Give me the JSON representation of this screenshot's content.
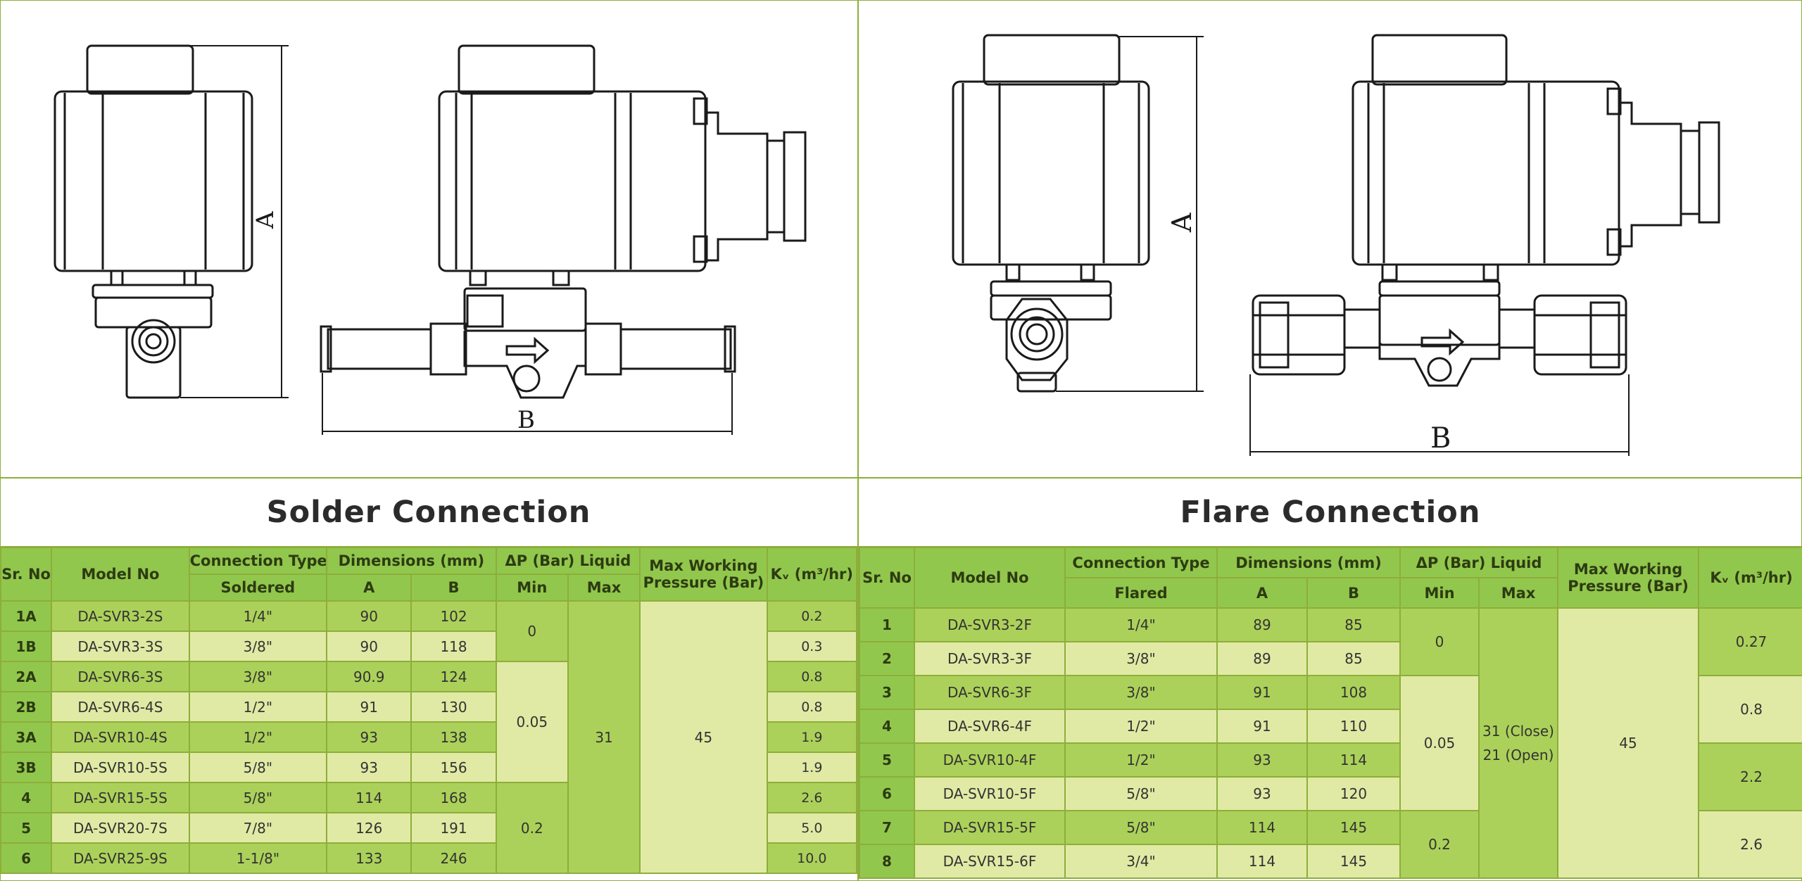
{
  "left": {
    "title": "Solder Connection",
    "drawing": {
      "dim_a": "A",
      "dim_b": "B"
    },
    "headers": {
      "sr": "Sr. No",
      "model": "Model No",
      "conn_type": "Connection Type",
      "conn_sub": "Soldered",
      "dims": "Dimensions (mm)",
      "a": "A",
      "b": "B",
      "dp": "ΔP (Bar) Liquid",
      "min": "Min",
      "max": "Max",
      "mwp": "Max Working Pressure (Bar)",
      "kv": "Kᵥ (m³/hr)"
    },
    "rows": [
      {
        "sr": "1A",
        "model": "DA-SVR3-2S",
        "conn": "1/4\"",
        "a": "90",
        "b": "102",
        "kv": "0.2"
      },
      {
        "sr": "1B",
        "model": "DA-SVR3-3S",
        "conn": "3/8\"",
        "a": "90",
        "b": "118",
        "kv": "0.3"
      },
      {
        "sr": "2A",
        "model": "DA-SVR6-3S",
        "conn": "3/8\"",
        "a": "90.9",
        "b": "124",
        "kv": "0.8"
      },
      {
        "sr": "2B",
        "model": "DA-SVR6-4S",
        "conn": "1/2\"",
        "a": "91",
        "b": "130",
        "kv": "0.8"
      },
      {
        "sr": "3A",
        "model": "DA-SVR10-4S",
        "conn": "1/2\"",
        "a": "93",
        "b": "138",
        "kv": "1.9"
      },
      {
        "sr": "3B",
        "model": "DA-SVR10-5S",
        "conn": "5/8\"",
        "a": "93",
        "b": "156",
        "kv": "1.9"
      },
      {
        "sr": "4",
        "model": "DA-SVR15-5S",
        "conn": "5/8\"",
        "a": "114",
        "b": "168",
        "kv": "2.6"
      },
      {
        "sr": "5",
        "model": "DA-SVR20-7S",
        "conn": "7/8\"",
        "a": "126",
        "b": "191",
        "kv": "5.0"
      },
      {
        "sr": "6",
        "model": "DA-SVR25-9S",
        "conn": "1-1/8\"",
        "a": "133",
        "b": "246",
        "kv": "10.0"
      }
    ],
    "min_groups": [
      "0",
      "0.05",
      "0.2"
    ],
    "max_value": "31",
    "mwp_value": "45"
  },
  "right": {
    "title": "Flare Connection",
    "drawing": {
      "dim_a": "A",
      "dim_b": "B"
    },
    "headers": {
      "sr": "Sr. No",
      "model": "Model No",
      "conn_type": "Connection Type",
      "conn_sub": "Flared",
      "dims": "Dimensions (mm)",
      "a": "A",
      "b": "B",
      "dp": "ΔP (Bar) Liquid",
      "min": "Min",
      "max": "Max",
      "mwp": "Max Working Pressure (Bar)",
      "kv": "Kᵥ (m³/hr)"
    },
    "rows": [
      {
        "sr": "1",
        "model": "DA-SVR3-2F",
        "conn": "1/4\"",
        "a": "89",
        "b": "85"
      },
      {
        "sr": "2",
        "model": "DA-SVR3-3F",
        "conn": "3/8\"",
        "a": "89",
        "b": "85"
      },
      {
        "sr": "3",
        "model": "DA-SVR6-3F",
        "conn": "3/8\"",
        "a": "91",
        "b": "108"
      },
      {
        "sr": "4",
        "model": "DA-SVR6-4F",
        "conn": "1/2\"",
        "a": "91",
        "b": "110"
      },
      {
        "sr": "5",
        "model": "DA-SVR10-4F",
        "conn": "1/2\"",
        "a": "93",
        "b": "114"
      },
      {
        "sr": "6",
        "model": "DA-SVR10-5F",
        "conn": "5/8\"",
        "a": "93",
        "b": "120"
      },
      {
        "sr": "7",
        "model": "DA-SVR15-5F",
        "conn": "5/8\"",
        "a": "114",
        "b": "145"
      },
      {
        "sr": "8",
        "model": "DA-SVR15-6F",
        "conn": "3/4\"",
        "a": "114",
        "b": "145"
      }
    ],
    "min_groups": [
      "0",
      "0.05",
      "0.2"
    ],
    "max_value_1": "31 (Close)",
    "max_value_2": "21 (Open)",
    "mwp_value": "45",
    "kv_groups": [
      "0.27",
      "0.8",
      "2.2",
      "2.6"
    ]
  },
  "colors": {
    "border": "#8dae3a",
    "header": "#92c74d",
    "dark_row": "#acd15a",
    "light_row": "#e0eaa4"
  }
}
